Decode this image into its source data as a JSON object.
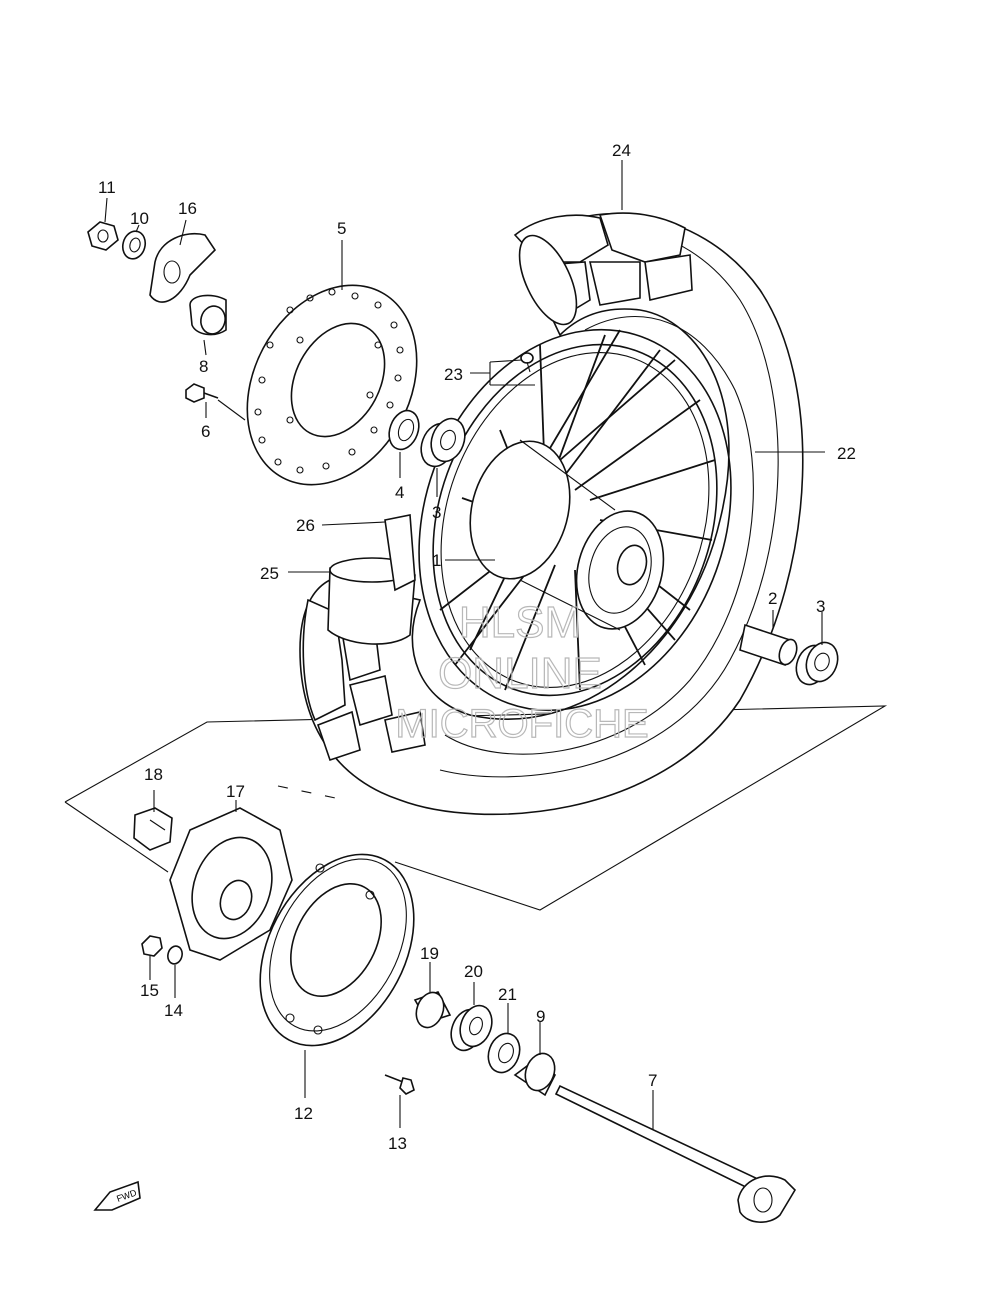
{
  "watermark": {
    "line1": "HLSM",
    "line2": "ONLINE",
    "line3": "MICROFICHE"
  },
  "fwd_label": "FWD",
  "callouts": {
    "p1": "1",
    "p2": "2",
    "p3a": "3",
    "p3b": "3",
    "p4": "4",
    "p5": "5",
    "p6": "6",
    "p7": "7",
    "p8": "8",
    "p9": "9",
    "p10": "10",
    "p11": "11",
    "p12": "12",
    "p13": "13",
    "p14": "14",
    "p15": "15",
    "p16": "16",
    "p17": "17",
    "p18": "18",
    "p19": "19",
    "p20": "20",
    "p21": "21",
    "p22": "22",
    "p23": "23",
    "p24": "24",
    "p25": "25",
    "p26": "26"
  },
  "colors": {
    "ink": "#111111",
    "watermark": "#b8b8b8",
    "background": "#ffffff"
  }
}
